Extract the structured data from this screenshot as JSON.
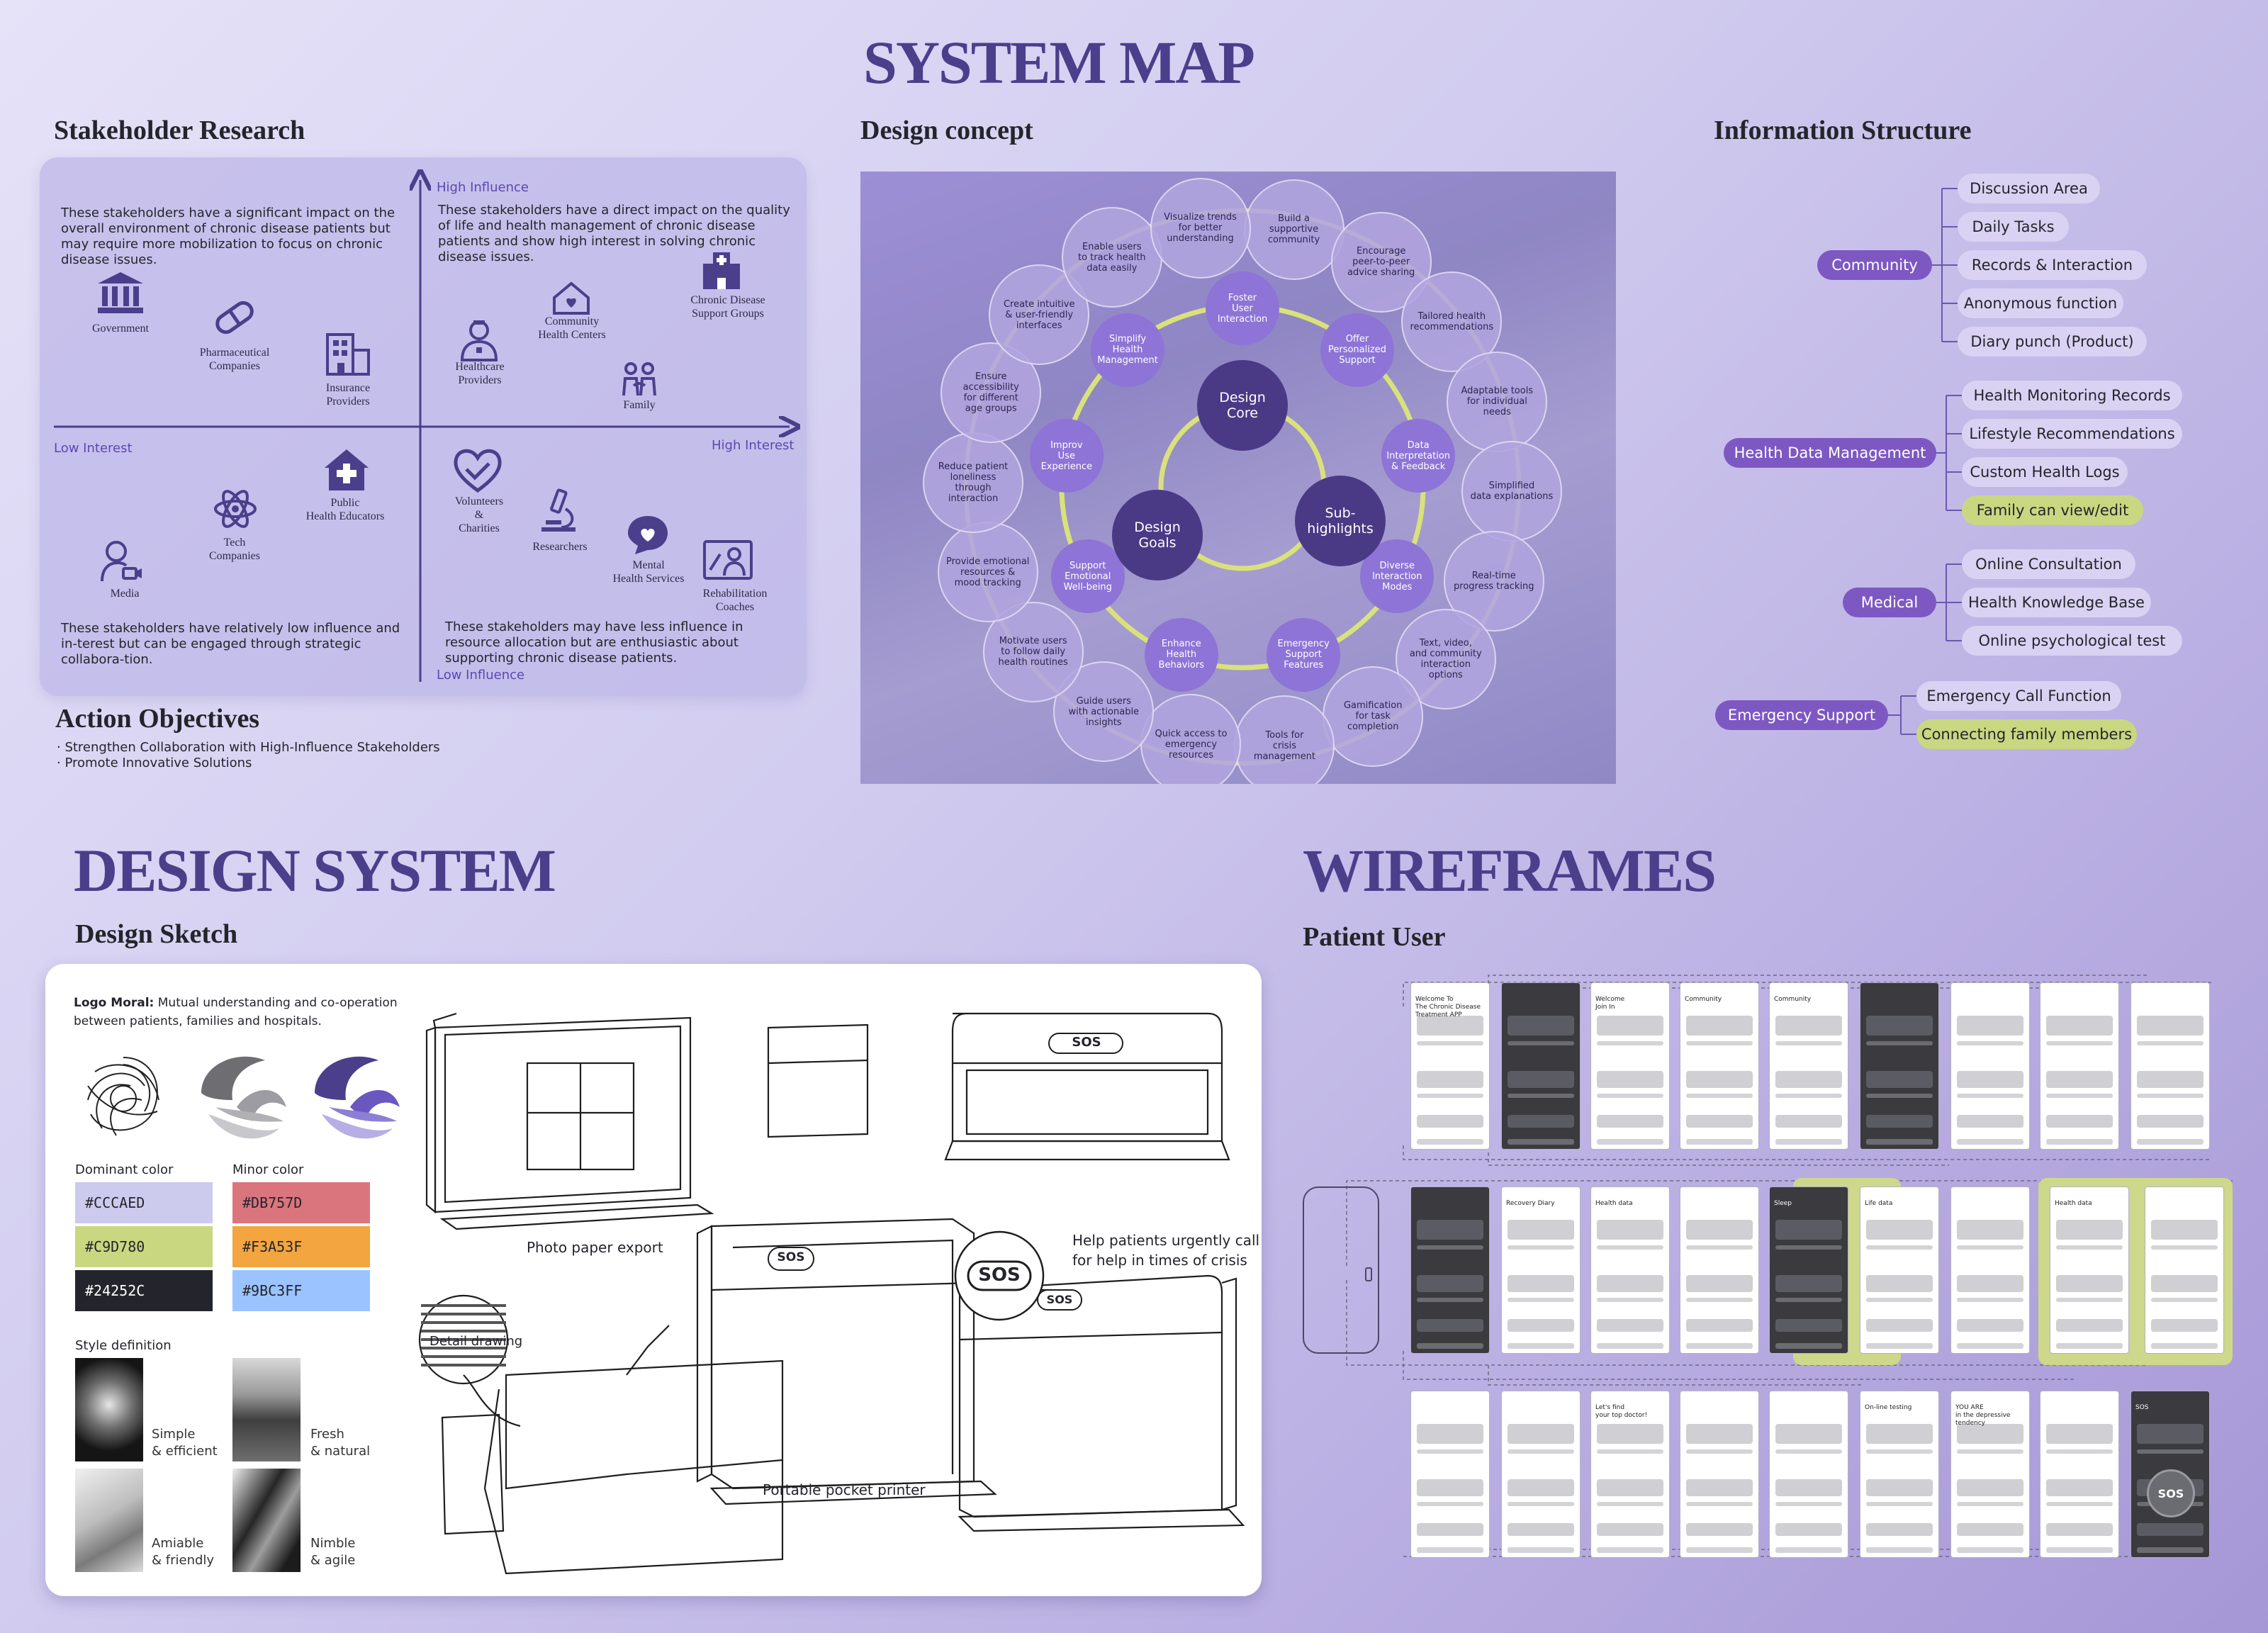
{
  "titles": {
    "system_map": "SYSTEM MAP",
    "design_system": "DESIGN SYSTEM",
    "wireframes": "WIREFRAMES"
  },
  "stakeholder": {
    "heading": "Stakeholder Research",
    "axis": {
      "high_influence": "High Influence",
      "low_influence": "Low Influence",
      "low_interest": "Low Interest",
      "high_interest": "High Interest"
    },
    "q_top_left": "These stakeholders have a significant impact on the overall environment of chronic disease patients but may require more mobilization to focus on chronic disease issues.",
    "q_top_right": "These stakeholders have a direct impact on the quality of life and health management of chronic disease patients and show high interest in solving chronic disease issues.",
    "q_bottom_left": "These stakeholders have relatively low influence and in-terest but can be engaged through strategic collabora-tion.",
    "q_bottom_right": "These stakeholders may have less influence in resource allocation but are enthusiastic about supporting chronic disease patients.",
    "items": {
      "government": "Government",
      "pharma": "Pharmaceutical\nCompanies",
      "insurance": "Insurance\nProviders",
      "community_centers": "Community\nHealth Centers",
      "support_groups": "Chronic Disease\nSupport Groups",
      "healthcare": "Healthcare\nProviders",
      "family": "Family",
      "public_educators": "Public\nHealth Educators",
      "tech": "Tech\nCompanies",
      "media": "Media",
      "volunteers": "Volunteers\n&\nCharities",
      "researchers": "Researchers",
      "mental": "Mental\nHealth Services",
      "rehab": "Rehabilitation\nCoaches"
    }
  },
  "action": {
    "heading": "Action Objectives",
    "items": [
      "· Strengthen Collaboration with High-Influence Stakeholders",
      "· Promote Innovative Solutions"
    ]
  },
  "concept": {
    "heading": "Design concept",
    "core": [
      "Design\nCore",
      "Design\nGoals",
      "Sub-\nhighlights"
    ],
    "inner": [
      "Foster\nUser\nInteraction",
      "Offer\nPersonalized\nSupport",
      "Data\nInterpretation\n& Feedback",
      "Diverse\nInteraction\nModes",
      "Emergency\nSupport\nFeatures",
      "Enhance\nHealth\nBehaviors",
      "Support\nEmotional\nWell-being",
      "Improv\nUse\nExperience",
      "Simplify\nHealth\nManagement"
    ],
    "outer": [
      "Build a\nsupportive\ncommunity",
      "Encourage\npeer-to-peer\nadvice sharing",
      "Tailored health\nrecommendations",
      "Adaptable tools\nfor individual needs",
      "Simplified\ndata explanations",
      "Real-time\nprogress tracking",
      "Text, video,\nand community\ninteraction options",
      "Gamification\nfor task completion",
      "Tools for\ncrisis management",
      "Quick access to\nemergency\nresources",
      "Guide users\nwith actionable\ninsights",
      "Motivate users\nto follow daily\nhealth routines",
      "Provide emotional\nresources &\nmood tracking",
      "Reduce patient\nloneliness\nthrough interaction",
      "Ensure accessibility\nfor different\nage groups",
      "Create intuitive\n& user-friendly\ninterfaces",
      "Enable users\nto track health\ndata easily",
      "Visualize trends\nfor better\nunderstanding"
    ]
  },
  "info": {
    "heading": "Information Structure",
    "groups": [
      {
        "name": "Community",
        "items": [
          "Discussion Area",
          "Daily Tasks",
          "Records & Interaction",
          "Anonymous function",
          "Diary punch (Product)"
        ]
      },
      {
        "name": "Health Data Management",
        "items": [
          "Health Monitoring Records",
          "Lifestyle Recommendations",
          "Custom Health Logs",
          "Family can view/edit"
        ]
      },
      {
        "name": "Medical",
        "items": [
          "Online Consultation",
          "Health Knowledge Base",
          "Online psychological test"
        ]
      },
      {
        "name": "Emergency Support",
        "items": [
          "Emergency Call Function",
          "Connecting family members"
        ]
      }
    ]
  },
  "sketch": {
    "heading": "Design Sketch",
    "logo_moral_label": "Logo Moral:",
    "logo_moral_text": " Mutual understanding and co-operation between patients, families and hospitals.",
    "dominant_label": "Dominant color",
    "minor_label": "Minor color",
    "dominant": [
      "#CCCAED",
      "#C9D780",
      "#24252C"
    ],
    "minor": [
      "#DB757D",
      "#F3A53F",
      "#9BC3FF"
    ],
    "style_label": "Style definition",
    "styles": [
      "Simple\n& efficient",
      "Fresh\n& natural",
      "Amiable\n& friendly",
      "Nimble\n& agile"
    ],
    "annotations": {
      "photo_export": "Photo paper export",
      "help": "Help patients urgently call\nfor help in times of crisis",
      "detail": "Detail drawing",
      "printer": "Portable pocket printer",
      "sos": "SOS"
    }
  },
  "wire": {
    "heading": "Patient User",
    "screens": {
      "welcome_title": "Welcome To\nThe Chronic Disease\nTreatment APP",
      "welcome2": "Welcome\nJoin In",
      "community": "Community",
      "recovery": "Recovery Diary",
      "health": "Health data",
      "sleep": "Sleep",
      "life": "Life data",
      "doctor": "Let's find\nyour top doctor!",
      "test": "On-line testing",
      "result": "YOU ARE\nin the depressive\ntendency",
      "sos": "SOS"
    }
  },
  "colors": {
    "accent": "#4b3f8c",
    "category": "#7e58c2",
    "highlight": "#c9d780",
    "core": "#4a3a86"
  }
}
